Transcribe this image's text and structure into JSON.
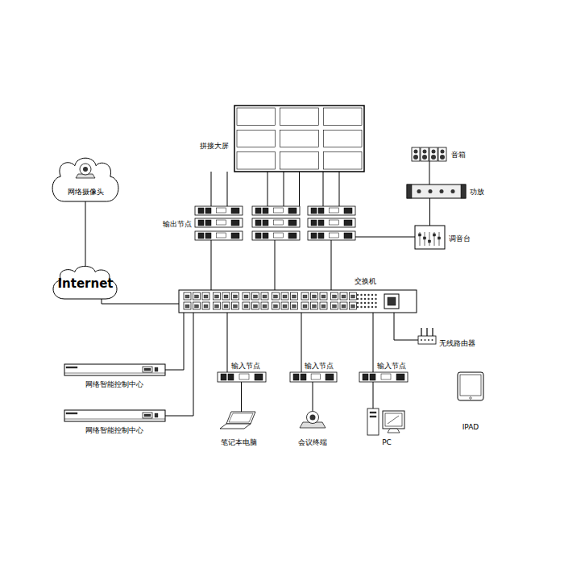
{
  "diagram": {
    "nodes": [
      {
        "text": [
          "网络摄像头"
        ]
      },
      {
        "text": [
          "拼接大屏"
        ]
      },
      {
        "text": [
          "音箱"
        ]
      },
      {
        "text": [
          "功放"
        ]
      },
      {
        "text": [
          "输出节点"
        ]
      },
      {
        "text": [
          "调音台"
        ]
      },
      {
        "text": [
          "Internet"
        ]
      },
      {
        "text": [
          "交换机"
        ]
      },
      {
        "text": [
          "网络智能控制中心"
        ]
      },
      {
        "text": [
          "网络智能控制中心"
        ]
      },
      {
        "text": [
          "无线路由器"
        ]
      },
      {
        "text": [
          "输入节点"
        ]
      },
      {
        "text": [
          "输入节点"
        ]
      },
      {
        "text": [
          "输入节点"
        ]
      },
      {
        "text": [
          "笔记本电脑"
        ]
      },
      {
        "text": [
          "会议终端"
        ]
      },
      {
        "text": [
          "PC"
        ]
      },
      {
        "text": [
          "IPAD"
        ]
      }
    ],
    "edges": [
      {
        "from": 0,
        "to": 6,
        "arrow": "none"
      },
      {
        "from": 6,
        "to": 7,
        "arrow": "none"
      },
      {
        "from": 1,
        "to": 4,
        "arrow": "none"
      },
      {
        "from": 2,
        "to": 3,
        "arrow": "none"
      },
      {
        "from": 3,
        "to": 5,
        "arrow": "none"
      },
      {
        "from": 5,
        "to": 4,
        "arrow": "none"
      },
      {
        "from": 4,
        "to": 7,
        "arrow": "none"
      },
      {
        "from": 7,
        "to": 8,
        "arrow": "none"
      },
      {
        "from": 7,
        "to": 9,
        "arrow": "none"
      },
      {
        "from": 7,
        "to": 10,
        "arrow": "none"
      },
      {
        "from": 7,
        "to": 11,
        "arrow": "none"
      },
      {
        "from": 7,
        "to": 12,
        "arrow": "none"
      },
      {
        "from": 7,
        "to": 13,
        "arrow": "none"
      },
      {
        "from": 11,
        "to": 14,
        "arrow": "none"
      },
      {
        "from": 12,
        "to": 15,
        "arrow": "none"
      },
      {
        "from": 13,
        "to": 16,
        "arrow": "none"
      }
    ]
  }
}
